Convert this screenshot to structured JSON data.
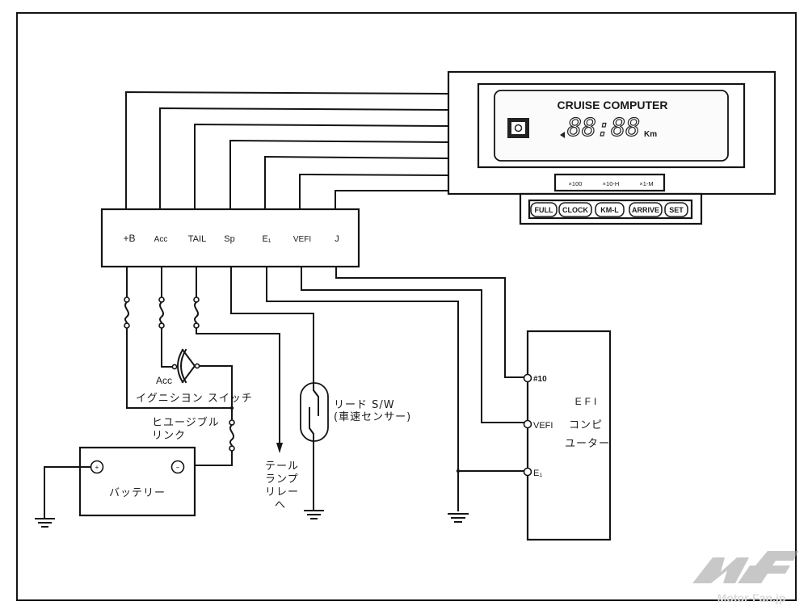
{
  "display": {
    "title": "CRUISE COMPUTER",
    "digits": "88:88",
    "unit": "Km",
    "multipliers": [
      "×100",
      "×10-H",
      "×1-M"
    ],
    "buttons": [
      "FULL",
      "CLOCK",
      "KM-L",
      "ARRIVE",
      "SET"
    ]
  },
  "connector": {
    "pins": [
      "+B",
      "Acc",
      "TAIL",
      "Sp",
      "E₁",
      "VEFI",
      "J"
    ]
  },
  "ignition_switch": {
    "position_label": "Acc",
    "label": "イグニシヨン スイッチ"
  },
  "fusible_link": {
    "label_line1": "ヒユージブル",
    "label_line2": "リンク"
  },
  "battery": {
    "label": "バッテリー",
    "plus": "+",
    "minus": "−"
  },
  "tail_relay": {
    "lines": [
      "テール",
      "ランプ",
      "リレー",
      "へ"
    ]
  },
  "reed_switch": {
    "line1": "リード S/W",
    "line2": "(車速センサー)"
  },
  "efi": {
    "title_line1": "EFI",
    "title_line2": "コンピ",
    "title_line3": "ユーター",
    "terminals": [
      "#10",
      "VEFI",
      "E₁"
    ]
  },
  "watermark": {
    "logo": "MF",
    "text": "Motor-Fan.jp"
  }
}
